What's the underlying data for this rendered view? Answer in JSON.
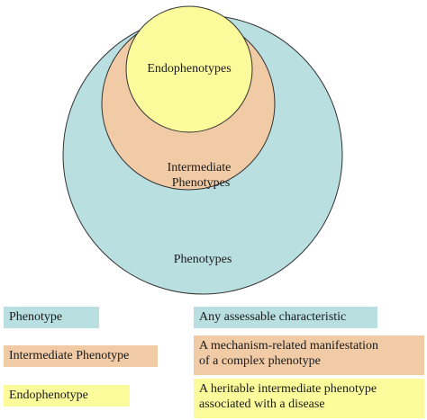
{
  "colors": {
    "phenotype": "#b9dfe0",
    "intermediate": "#f0cba5",
    "endophenotype": "#fbfb9c",
    "stroke": "#333333"
  },
  "circles": {
    "phenotypes": "Phenotypes",
    "intermediate_line1": "Intermediate",
    "intermediate_line2": "Phenotypes",
    "endophenotypes": "Endophenotypes"
  },
  "legend": [
    {
      "term": "Phenotype",
      "definition_line1": "Any assessable characteristic",
      "definition_line2": ""
    },
    {
      "term": "Intermediate Phenotype",
      "definition_line1": "A mechanism-related manifestation",
      "definition_line2": "of a complex phenotype"
    },
    {
      "term": "Endophenotype",
      "definition_line1": "A heritable intermediate phenotype",
      "definition_line2": "associated with a disease"
    }
  ]
}
